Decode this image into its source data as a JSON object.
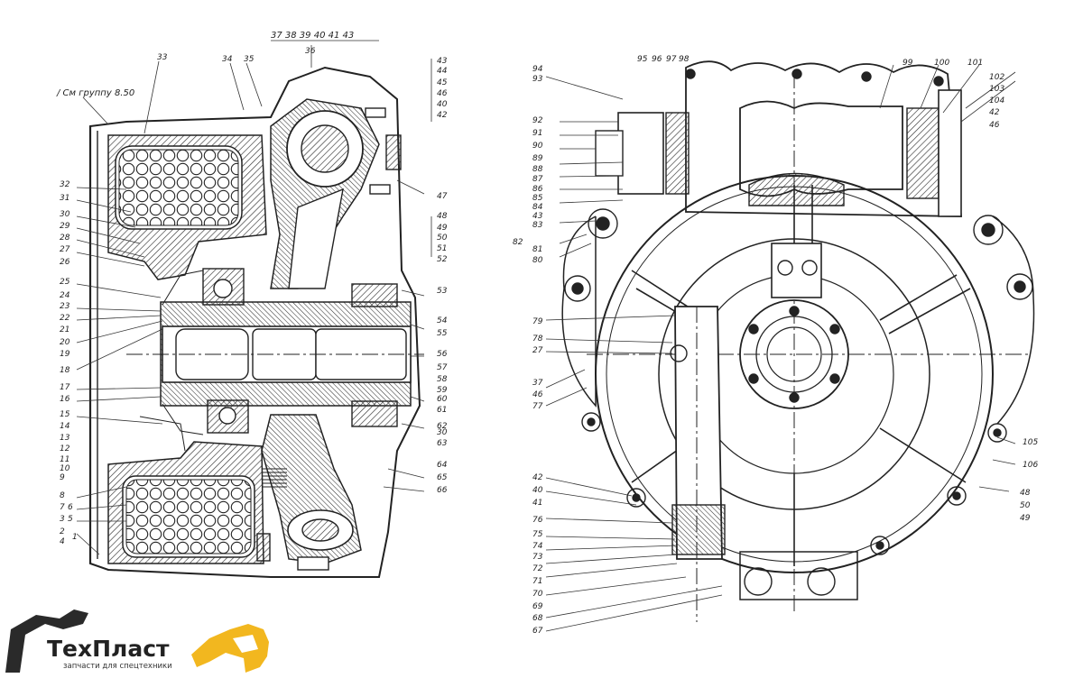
{
  "drawing": {
    "top_header": "37 38 39 40 41 43",
    "top_header_sub": "36",
    "note": "/ См группу 8.50",
    "left_labels": [
      {
        "text": "33"
      },
      {
        "text": "34"
      },
      {
        "text": "35"
      },
      {
        "text": "32"
      },
      {
        "text": "31"
      },
      {
        "text": "30"
      },
      {
        "text": "29"
      },
      {
        "text": "28"
      },
      {
        "text": "27"
      },
      {
        "text": "26"
      },
      {
        "text": "25"
      },
      {
        "text": "24"
      },
      {
        "text": "23"
      },
      {
        "text": "22"
      },
      {
        "text": "21"
      },
      {
        "text": "20"
      },
      {
        "text": "19"
      },
      {
        "text": "18"
      },
      {
        "text": "17"
      },
      {
        "text": "16"
      },
      {
        "text": "15"
      },
      {
        "text": "14"
      },
      {
        "text": "13"
      },
      {
        "text": "12"
      },
      {
        "text": "11"
      },
      {
        "text": "10"
      },
      {
        "text": "9"
      },
      {
        "text": "8"
      },
      {
        "text": "7"
      },
      {
        "text": "6"
      },
      {
        "text": "3"
      },
      {
        "text": "5"
      },
      {
        "text": "2"
      },
      {
        "text": "4"
      },
      {
        "text": "1"
      },
      {
        "text": "43"
      },
      {
        "text": "44"
      },
      {
        "text": "45"
      },
      {
        "text": "46"
      },
      {
        "text": "40"
      },
      {
        "text": "42"
      },
      {
        "text": "47"
      },
      {
        "text": "48"
      },
      {
        "text": "49"
      },
      {
        "text": "50"
      },
      {
        "text": "51"
      },
      {
        "text": "52"
      },
      {
        "text": "53"
      },
      {
        "text": "54"
      },
      {
        "text": "55"
      },
      {
        "text": "56"
      },
      {
        "text": "57"
      },
      {
        "text": "58"
      },
      {
        "text": "59"
      },
      {
        "text": "60"
      },
      {
        "text": "61"
      },
      {
        "text": "62"
      },
      {
        "text": "30"
      },
      {
        "text": "63"
      },
      {
        "text": "64"
      },
      {
        "text": "65"
      },
      {
        "text": "66"
      }
    ],
    "right_labels": [
      {
        "text": "94"
      },
      {
        "text": "93"
      },
      {
        "text": "95"
      },
      {
        "text": "96"
      },
      {
        "text": "97"
      },
      {
        "text": "98"
      },
      {
        "text": "99"
      },
      {
        "text": "100"
      },
      {
        "text": "101"
      },
      {
        "text": "102"
      },
      {
        "text": "103"
      },
      {
        "text": "104"
      },
      {
        "text": "42"
      },
      {
        "text": "46"
      },
      {
        "text": "92"
      },
      {
        "text": "91"
      },
      {
        "text": "90"
      },
      {
        "text": "89"
      },
      {
        "text": "88"
      },
      {
        "text": "87"
      },
      {
        "text": "86"
      },
      {
        "text": "85"
      },
      {
        "text": "84"
      },
      {
        "text": "43"
      },
      {
        "text": "83"
      },
      {
        "text": "82"
      },
      {
        "text": "81"
      },
      {
        "text": "80"
      },
      {
        "text": "79"
      },
      {
        "text": "78"
      },
      {
        "text": "27"
      },
      {
        "text": "37"
      },
      {
        "text": "46"
      },
      {
        "text": "77"
      },
      {
        "text": "105"
      },
      {
        "text": "106"
      },
      {
        "text": "48"
      },
      {
        "text": "50"
      },
      {
        "text": "49"
      },
      {
        "text": "42"
      },
      {
        "text": "40"
      },
      {
        "text": "41"
      },
      {
        "text": "76"
      },
      {
        "text": "75"
      },
      {
        "text": "74"
      },
      {
        "text": "73"
      },
      {
        "text": "72"
      },
      {
        "text": "71"
      },
      {
        "text": "70"
      },
      {
        "text": "69"
      },
      {
        "text": "68"
      },
      {
        "text": "67"
      }
    ]
  },
  "logo": {
    "name": "ТехПласт",
    "tagline": "запчасти для спецтехники",
    "colors": {
      "dark": "#2a2a2a",
      "accent": "#f2b71f"
    }
  }
}
